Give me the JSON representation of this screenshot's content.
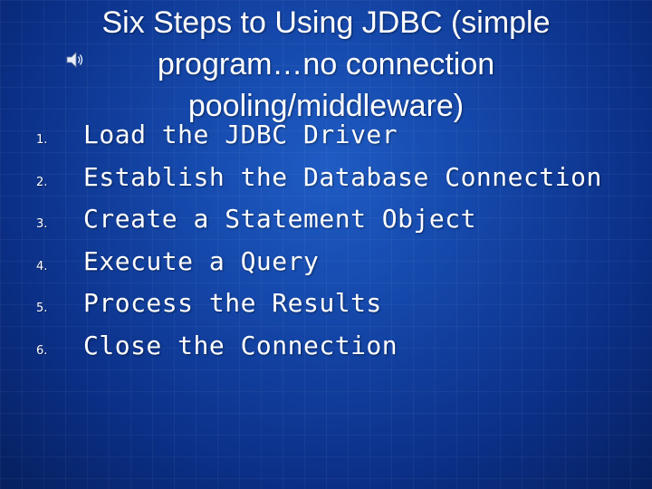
{
  "slide": {
    "title_lines": [
      "Six Steps to Using JDBC  (simple",
      "program…no connection",
      "pooling/middleware)"
    ],
    "steps": [
      {
        "number": "1.",
        "label": "Load the JDBC Driver"
      },
      {
        "number": "2.",
        "label": "Establish the Database Connection"
      },
      {
        "number": "3.",
        "label": "Create a Statement Object"
      },
      {
        "number": "4.",
        "label": "Execute a Query"
      },
      {
        "number": "5.",
        "label": "Process the Results"
      },
      {
        "number": "6.",
        "label": "Close the Connection"
      }
    ]
  },
  "icons": {
    "audio": "speaker-icon"
  },
  "colors": {
    "background": "#1446a8",
    "text": "#ffffff"
  }
}
